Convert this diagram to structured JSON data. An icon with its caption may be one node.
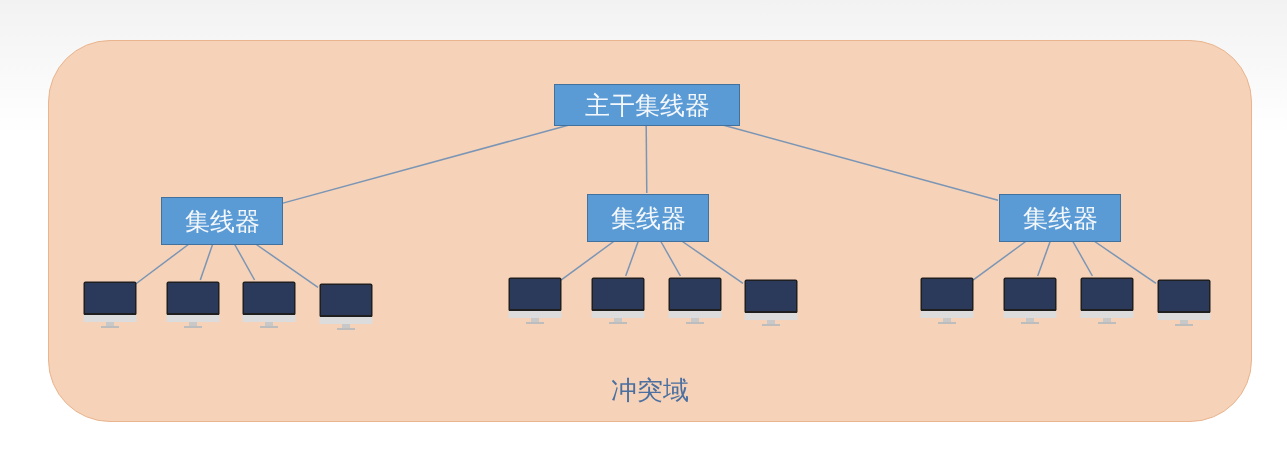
{
  "diagram": {
    "nodes": [
      {
        "text": [
          "冲突域"
        ]
      },
      {
        "text": [
          "主干集线器"
        ],
        "in": 0
      },
      {
        "text": [
          "集线器"
        ],
        "in": 0
      },
      {
        "text": [
          "集线器"
        ],
        "in": 0
      },
      {
        "text": [
          "集线器"
        ],
        "in": 0
      },
      {
        "text": [],
        "shape": "monitor",
        "in": 0
      },
      {
        "text": [],
        "shape": "monitor",
        "in": 0
      },
      {
        "text": [],
        "shape": "monitor",
        "in": 0
      },
      {
        "text": [],
        "shape": "monitor",
        "in": 0
      },
      {
        "text": [],
        "shape": "monitor",
        "in": 0
      },
      {
        "text": [],
        "shape": "monitor",
        "in": 0
      },
      {
        "text": [],
        "shape": "monitor",
        "in": 0
      },
      {
        "text": [],
        "shape": "monitor",
        "in": 0
      },
      {
        "text": [],
        "shape": "monitor",
        "in": 0
      },
      {
        "text": [],
        "shape": "monitor",
        "in": 0
      },
      {
        "text": [],
        "shape": "monitor",
        "in": 0
      },
      {
        "text": [],
        "shape": "monitor",
        "in": 0
      }
    ],
    "edges": [
      {
        "from": 1,
        "to": 2,
        "arrow": "none"
      },
      {
        "from": 1,
        "to": 3,
        "arrow": "none"
      },
      {
        "from": 1,
        "to": 4,
        "arrow": "none"
      },
      {
        "from": 2,
        "to": 5,
        "arrow": "none"
      },
      {
        "from": 2,
        "to": 6,
        "arrow": "none"
      },
      {
        "from": 2,
        "to": 7,
        "arrow": "none"
      },
      {
        "from": 2,
        "to": 8,
        "arrow": "none"
      },
      {
        "from": 3,
        "to": 9,
        "arrow": "none"
      },
      {
        "from": 3,
        "to": 10,
        "arrow": "none"
      },
      {
        "from": 3,
        "to": 11,
        "arrow": "none"
      },
      {
        "from": 3,
        "to": 12,
        "arrow": "none"
      },
      {
        "from": 4,
        "to": 13,
        "arrow": "none"
      },
      {
        "from": 4,
        "to": 14,
        "arrow": "none"
      },
      {
        "from": 4,
        "to": 15,
        "arrow": "none"
      },
      {
        "from": 4,
        "to": 16,
        "arrow": "none"
      }
    ]
  }
}
